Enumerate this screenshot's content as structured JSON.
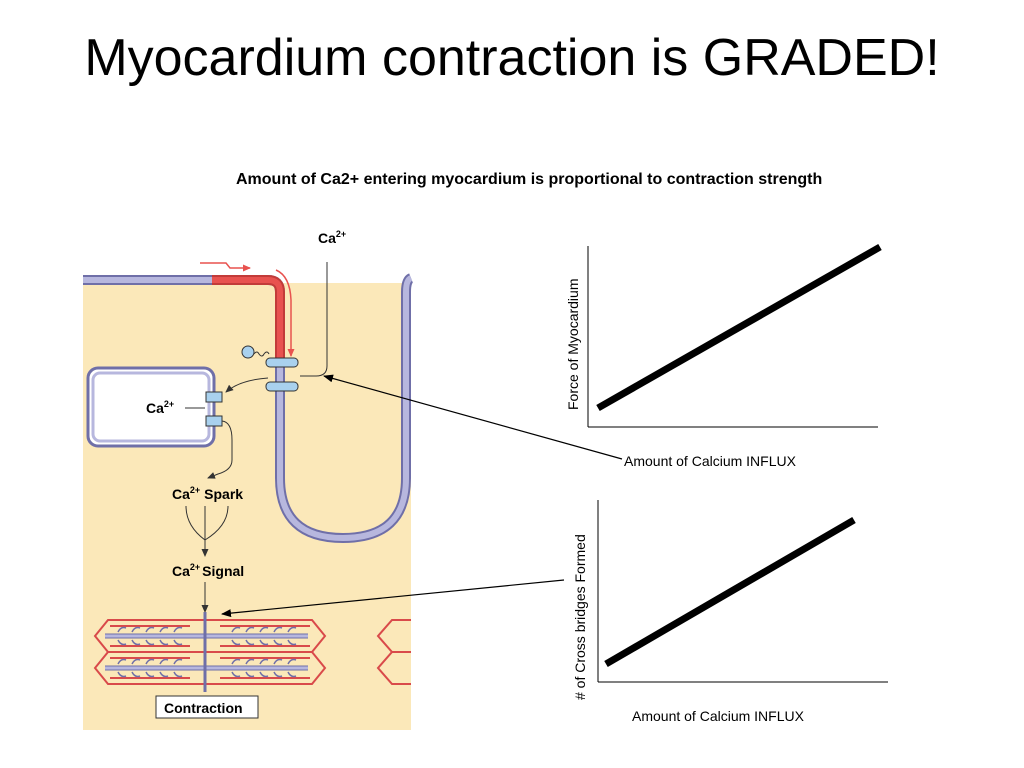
{
  "title": "Myocardium contraction is GRADED!",
  "subtitle": "Amount of Ca2+ entering myocardium is proportional to contraction strength",
  "cell_diagram": {
    "labels": {
      "ca_extracellular": "Ca",
      "ca_sr": "Ca",
      "ca_spark_prefix": "Ca",
      "ca_spark_suffix": "Spark",
      "ca_signal_prefix": "Ca",
      "ca_signal_suffix": "Signal",
      "contraction": "Contraction",
      "superscript": "2+"
    },
    "colors": {
      "cytoplasm": "#fbe8b9",
      "membrane": "#b7b7de",
      "membrane_outline": "#6f6fa8",
      "depolarization": "#e8524f",
      "channel": "#a9d1ee",
      "sarcomere_z": "#d94a4a"
    }
  },
  "graphs": [
    {
      "ylabel": "Force of Myocardium",
      "xlabel": "Amount of Calcium INFLUX"
    },
    {
      "ylabel": "# of Cross bridges Formed",
      "xlabel": "Amount of Calcium INFLUX"
    }
  ]
}
